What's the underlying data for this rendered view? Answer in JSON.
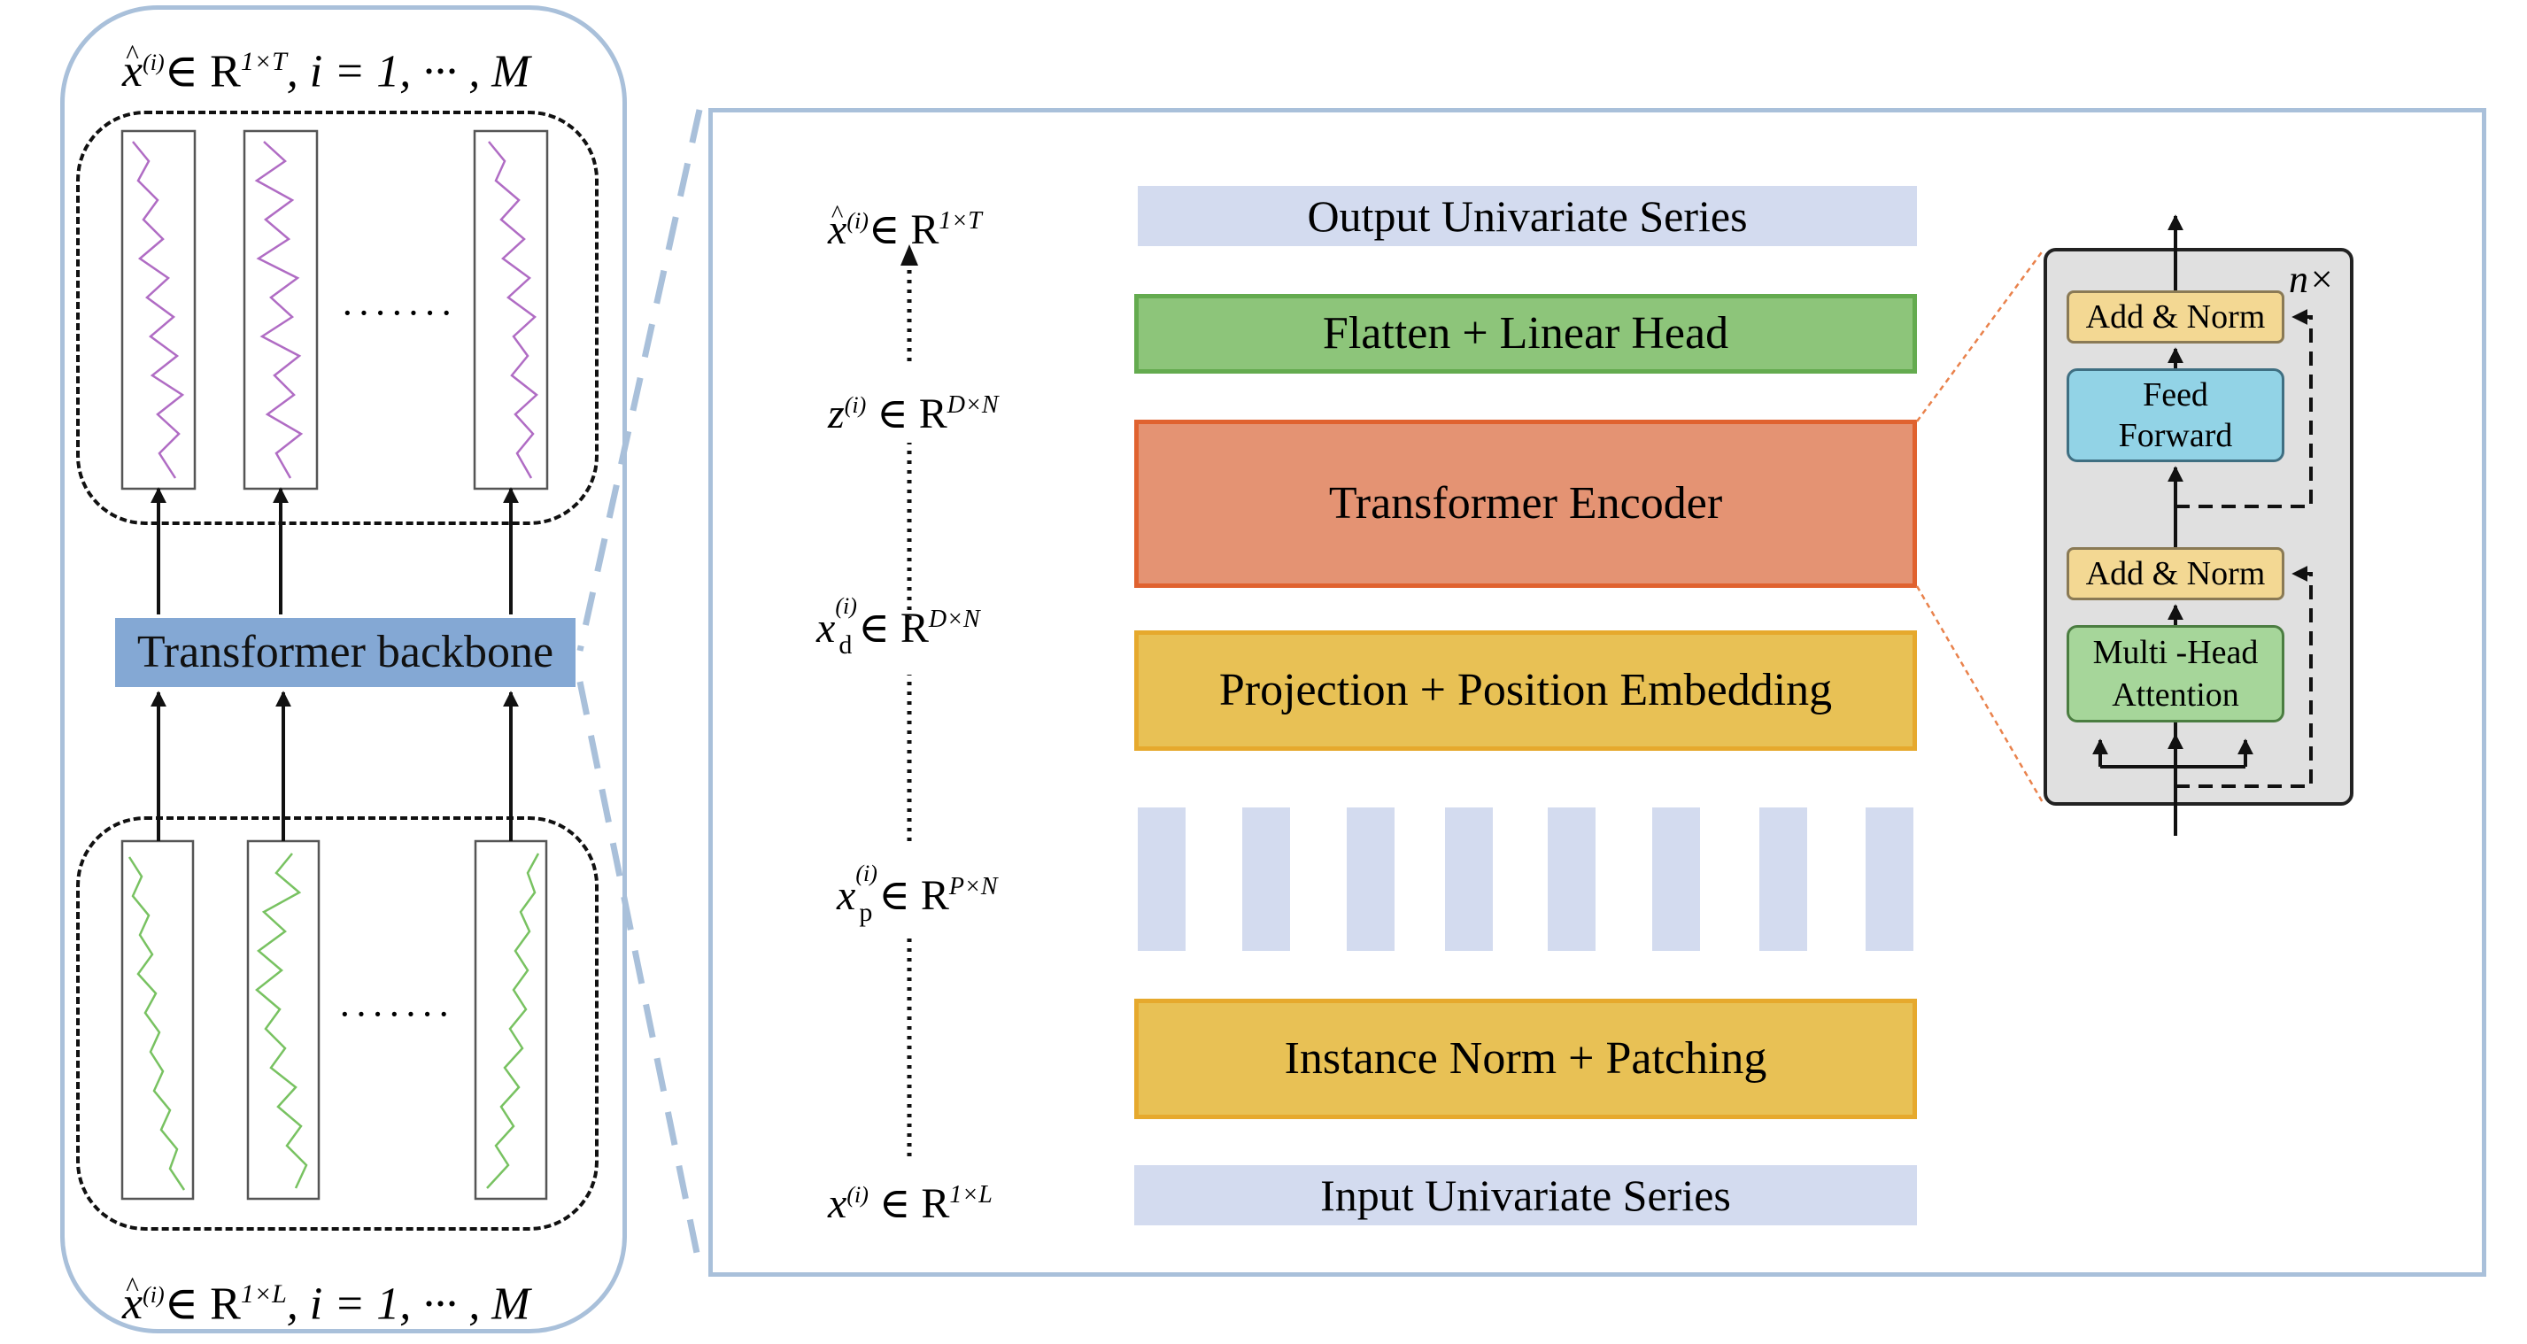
{
  "left_panel": {
    "top_formula": {
      "hat": "^",
      "var": "x",
      "sup": "(i)",
      "set": "∈ R",
      "dim": "1×T",
      "rest": ", i = 1, ··· , M"
    },
    "bottom_formula": {
      "hat": "^",
      "var": "x",
      "sup": "(i)",
      "set": "∈ R",
      "dim": "1×L",
      "rest": ", i = 1, ··· , M"
    },
    "backbone_label": "Transformer backbone",
    "top_ellipsis": "·······",
    "bottom_ellipsis": "·······"
  },
  "main": {
    "blocks": {
      "output": "Output Univariate Series",
      "head": "Flatten + Linear Head",
      "encoder": "Transformer Encoder",
      "projection": "Projection + Position Embedding",
      "norm": "Instance Norm + Patching",
      "input": "Input Univariate Series"
    },
    "dims": [
      {
        "var": "x",
        "hat": "^",
        "sub": "",
        "sup": "(i)",
        "set": "∈ R",
        "dim": "1×T"
      },
      {
        "var": "z",
        "hat": "",
        "sub": "",
        "sup": "(i)",
        "set": " ∈ R",
        "dim": "D×N"
      },
      {
        "var": "x",
        "hat": "",
        "sub": "d",
        "sup": "(i)",
        "set": "∈ R",
        "dim": "D×N"
      },
      {
        "var": "x",
        "hat": "",
        "sub": "p",
        "sup": "(i)",
        "set": "∈ R",
        "dim": "P×N"
      },
      {
        "var": "x",
        "hat": "",
        "sub": "",
        "sup": "(i)",
        "set": " ∈ R",
        "dim": "1×L"
      }
    ]
  },
  "encoder_detail": {
    "repeat": "n×",
    "add_norm_top": "Add & Norm",
    "feed_forward": [
      "Feed",
      "Forward"
    ],
    "add_norm_bottom": "Add & Norm",
    "attention": [
      "Multi -Head",
      "Attention"
    ]
  },
  "colors": {
    "panel_border": "#a9c0da",
    "backbone": "#84a8d4",
    "light_block": "#d3dbef",
    "green": "#8dc57a",
    "green_border": "#64ab4f",
    "orange": "#e49373",
    "orange_border": "#e0622f",
    "yellow": "#e8c155",
    "yellow_border": "#e6a92d",
    "purple_series": "#b06cc4",
    "green_series": "#78c261",
    "ff_blue": "#92d3e6",
    "an_yellow": "#f3d893",
    "attn_green": "#a6d69a",
    "detail_gray": "#e0e0e0",
    "zoom_line": "#e9824c"
  }
}
